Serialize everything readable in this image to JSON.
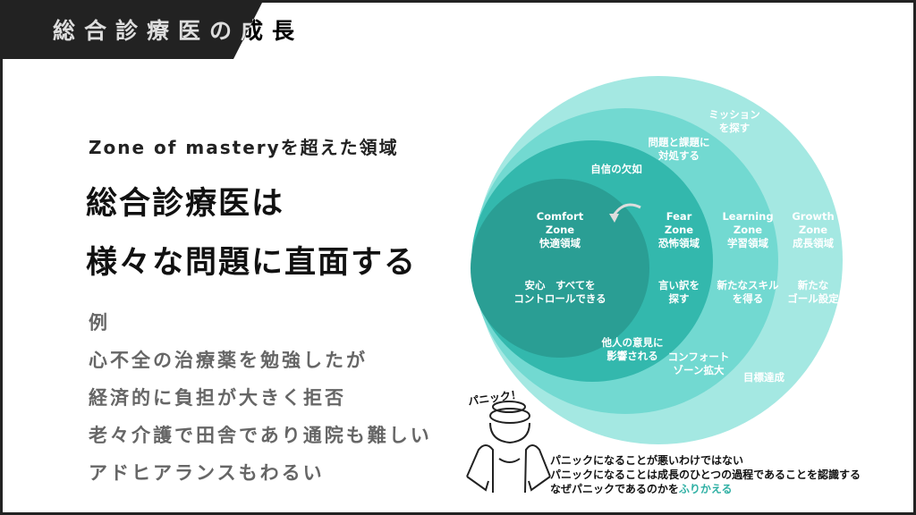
{
  "header": {
    "title": "総合診療医の成長"
  },
  "main": {
    "subtitle": "Zone of masteryを超えた領域",
    "heading": [
      "総合診療医は",
      "様々な問題に直面する"
    ],
    "examples_label": "例",
    "examples": [
      "心不全の治療薬を勉強したが",
      "経済的に負担が大きく拒否",
      "老々介護で田舎であり通院も難しい",
      "アドヒアランスもわるい"
    ]
  },
  "diagram": {
    "colors": {
      "growth": "#a4e8e2",
      "learning": "#72d9d1",
      "fear": "#33b8ad",
      "comfort": "#2a9e94"
    },
    "labels": {
      "comfort_zone": [
        "Comfort",
        "Zone",
        "快適領域"
      ],
      "comfort_desc": [
        "安心　すべてを",
        "コントロールできる"
      ],
      "fear_zone": [
        "Fear",
        "Zone",
        "恐怖領域"
      ],
      "fear_desc": [
        "言い訳を",
        "探す"
      ],
      "fear_top": "自信の欠如",
      "fear_bottom": [
        "他人の意見に",
        "影響される"
      ],
      "learning_zone": [
        "Learning",
        "Zone",
        "学習領域"
      ],
      "learning_desc": [
        "新たなスキル",
        "を得る"
      ],
      "learning_top": [
        "問題と課題に",
        "対処する"
      ],
      "learning_bottom": [
        "コンフォート",
        "ゾーン拡大"
      ],
      "growth_zone": [
        "Growth",
        "Zone",
        "成長領域"
      ],
      "growth_desc": [
        "新たな",
        "ゴール設定"
      ],
      "growth_top": [
        "ミッション",
        "を探す"
      ],
      "growth_bottom": "目標達成"
    }
  },
  "panic": {
    "exclaim": "パニック！",
    "lines": [
      "パニックになることが悪いわけではない",
      "パニックになることは成長のひとつの過程であることを認識する"
    ],
    "last_prefix": "なぜパニックであるのかを",
    "last_highlight": "ふりかえる"
  }
}
